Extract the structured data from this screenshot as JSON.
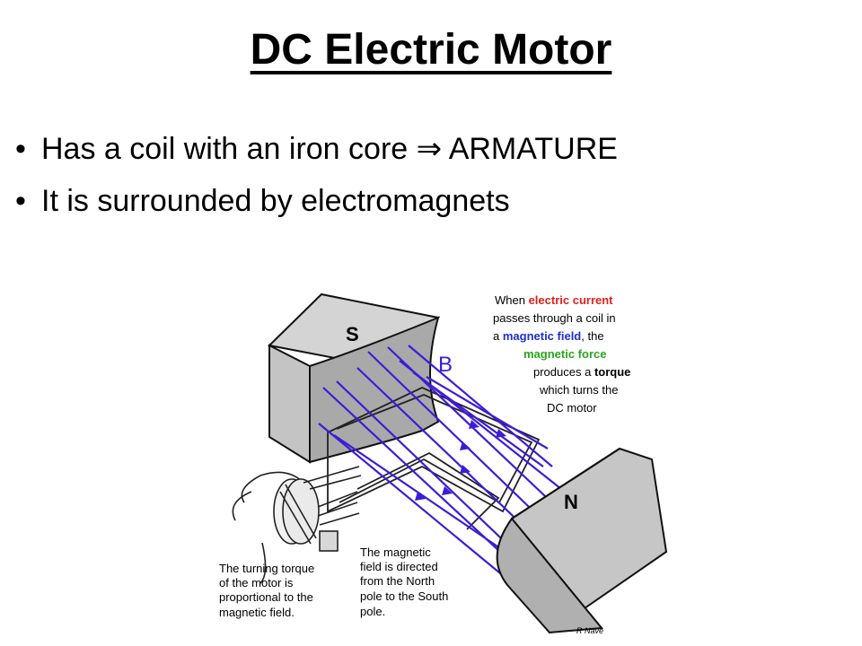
{
  "slide": {
    "title": "DC Electric Motor",
    "bullets": [
      {
        "text": "Has a coil with an iron core ⇒ ARMATURE"
      },
      {
        "text": "It is surrounded by electromagnets"
      }
    ]
  },
  "diagram": {
    "pole_south": "S",
    "pole_north": "N",
    "field_label": "B",
    "caption_top": {
      "l1a": "When ",
      "l1b": "electric current",
      "l2": "passes through a  coil in",
      "l3a": "a ",
      "l3b": "magnetic field",
      "l3c": ", the",
      "l4": "magnetic force",
      "l5a": "produces a ",
      "l5b": "torque",
      "l6": "which turns the",
      "l7": "DC motor"
    },
    "caption_left": [
      "The turning torque",
      "of the motor is",
      "proportional to the",
      "magnetic field."
    ],
    "caption_middle": [
      "The magnetic",
      "field is directed",
      "from the  North",
      "pole to the South",
      "pole."
    ],
    "credit": "R Nave",
    "colors": {
      "field_lines": "#3d1cd6",
      "electric_current": "#e0201c",
      "magnetic_field": "#1e2fd0",
      "magnetic_force": "#2aa51e",
      "magnet_face": "#c6c6c6",
      "magnet_side": "#a7a7a7"
    }
  }
}
